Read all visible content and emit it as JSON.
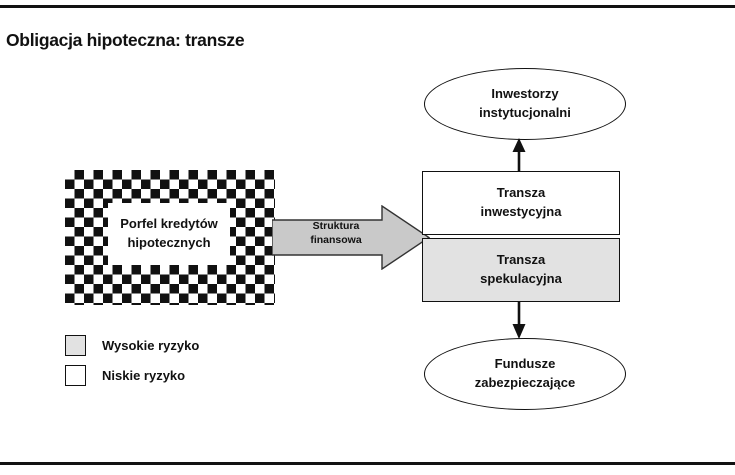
{
  "title": "Obligacja hipoteczna: transze",
  "diagram": {
    "portfolio": {
      "label_line1": "Porfel kredytów",
      "label_line2": "hipotecznych",
      "pattern": "checkerboard"
    },
    "flow_arrow": {
      "label_line1": "Struktura",
      "label_line2": "finansowa",
      "fill": "#c9c9c9",
      "direction": "right"
    },
    "tranches": [
      {
        "id": "investment",
        "line1": "Transza",
        "line2": "inwestycyjna",
        "fill": "#ffffff",
        "risk": "Niskie ryzyko"
      },
      {
        "id": "speculative",
        "line1": "Transza",
        "line2": "spekulacyjna",
        "fill": "#e2e2e2",
        "risk": "Wysokie ryzyko"
      }
    ],
    "nodes": [
      {
        "id": "investors",
        "line1": "Inwestorzy",
        "line2": "instytucjonalni",
        "shape": "ellipse"
      },
      {
        "id": "funds",
        "line1": "Fundusze",
        "line2": "zabezpieczające",
        "shape": "ellipse"
      }
    ]
  },
  "legend": {
    "items": [
      {
        "label": "Wysokie ryzyko",
        "color": "#e2e2e2"
      },
      {
        "label": "Niskie ryzyko",
        "color": "#ffffff"
      }
    ]
  }
}
